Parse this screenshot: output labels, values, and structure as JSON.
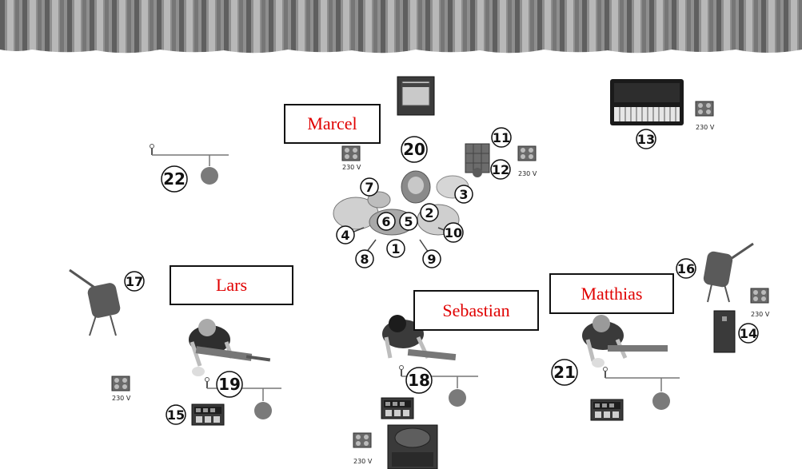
{
  "performers": {
    "marcel": "Marcel",
    "lars": "Lars",
    "sebastian": "Sebastian",
    "matthias": "Matthias"
  },
  "drum_kit_numbers": [
    "1",
    "2",
    "3",
    "4",
    "5",
    "6",
    "7",
    "8",
    "9",
    "10"
  ],
  "stage_numbers": {
    "n11": "11",
    "n12": "12",
    "n13": "13",
    "n14": "14",
    "n15": "15",
    "n16": "16",
    "n17": "17",
    "n18": "18",
    "n19": "19",
    "n20": "20",
    "n21": "21",
    "n22": "22"
  },
  "power_label": "230 V",
  "colors": {
    "name_text": "#e00000",
    "curtain": "#8a8a8a",
    "mic_head": "#7a7a7a"
  }
}
